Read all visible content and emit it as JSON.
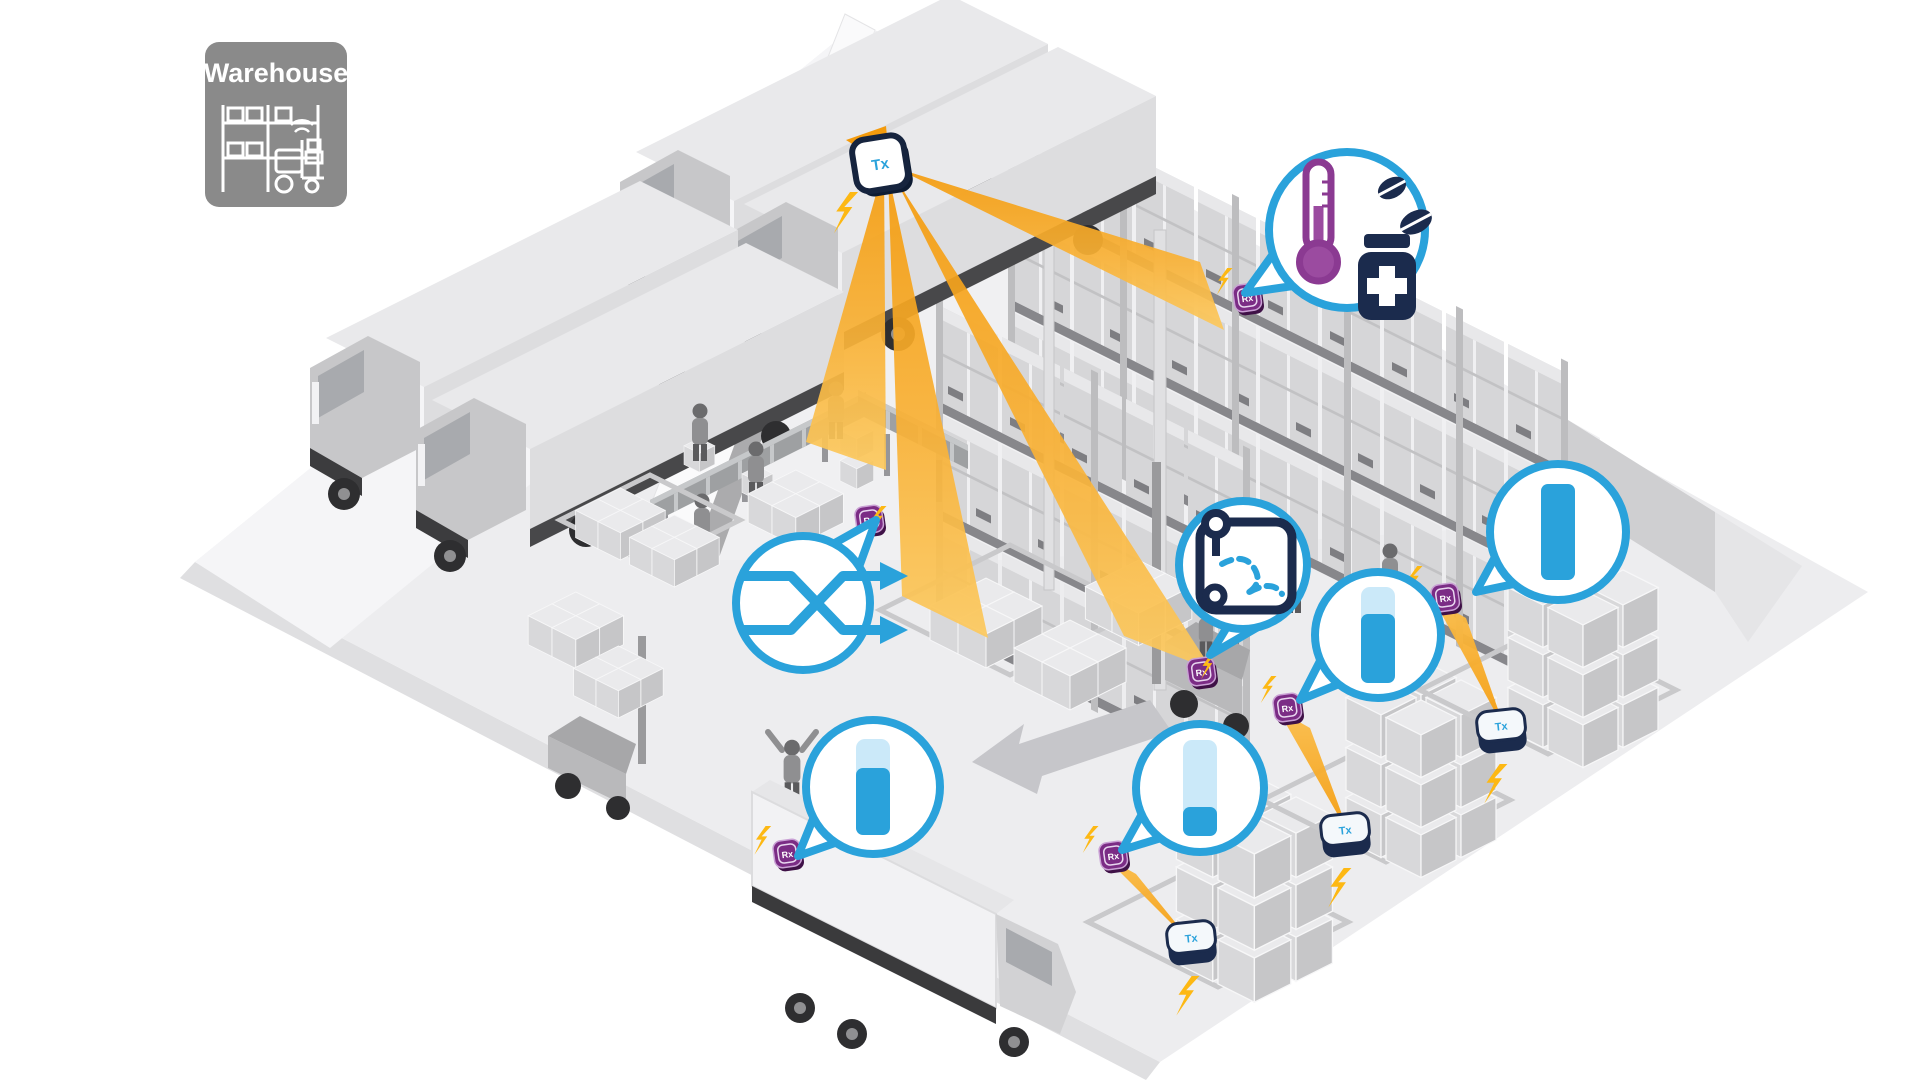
{
  "badge": {
    "title": "Warehouse",
    "icon": "warehouse-rack-forklift-icon"
  },
  "devices": {
    "wall_transmitter_label": "Tx",
    "receiver_label": "Rx",
    "floor_transmitter_label": "Tx",
    "wall_transmitter_icon": "wireless-power-transmitter-icon",
    "receiver_icon": "wireless-power-receiver-icon",
    "floor_transmitter_icon": "floor-power-transmitter-icon"
  },
  "batteries": [
    {
      "id": "truck-trailer-sensor",
      "level_percent": 70
    },
    {
      "id": "pallet-low-sensor",
      "level_percent": 30
    },
    {
      "id": "pallet-mid-sensor",
      "level_percent": 72
    },
    {
      "id": "pallet-full-sensor",
      "level_percent": 100
    }
  ],
  "callouts": [
    {
      "id": "cold-chain-pharma",
      "icon": "thermometer-pills-medicine-icon"
    },
    {
      "id": "asset-route-tracking",
      "icon": "route-map-pin-icon"
    },
    {
      "id": "sorting-crossdock",
      "icon": "shuffle-arrows-icon"
    },
    {
      "id": "battery-status",
      "icon": "battery-level-icon"
    }
  ],
  "colors": {
    "accent_blue": "#2AA2DB",
    "battery_light_blue": "#CBE9F9",
    "navy": "#1B2B4D",
    "thermometer_purple": "#8B3A92",
    "receiver_purple": "#7B2C85",
    "beam_orange": "#F7A81E",
    "bolt_yellow": "#FDB813",
    "badge_gray": "#8A8A8A"
  }
}
